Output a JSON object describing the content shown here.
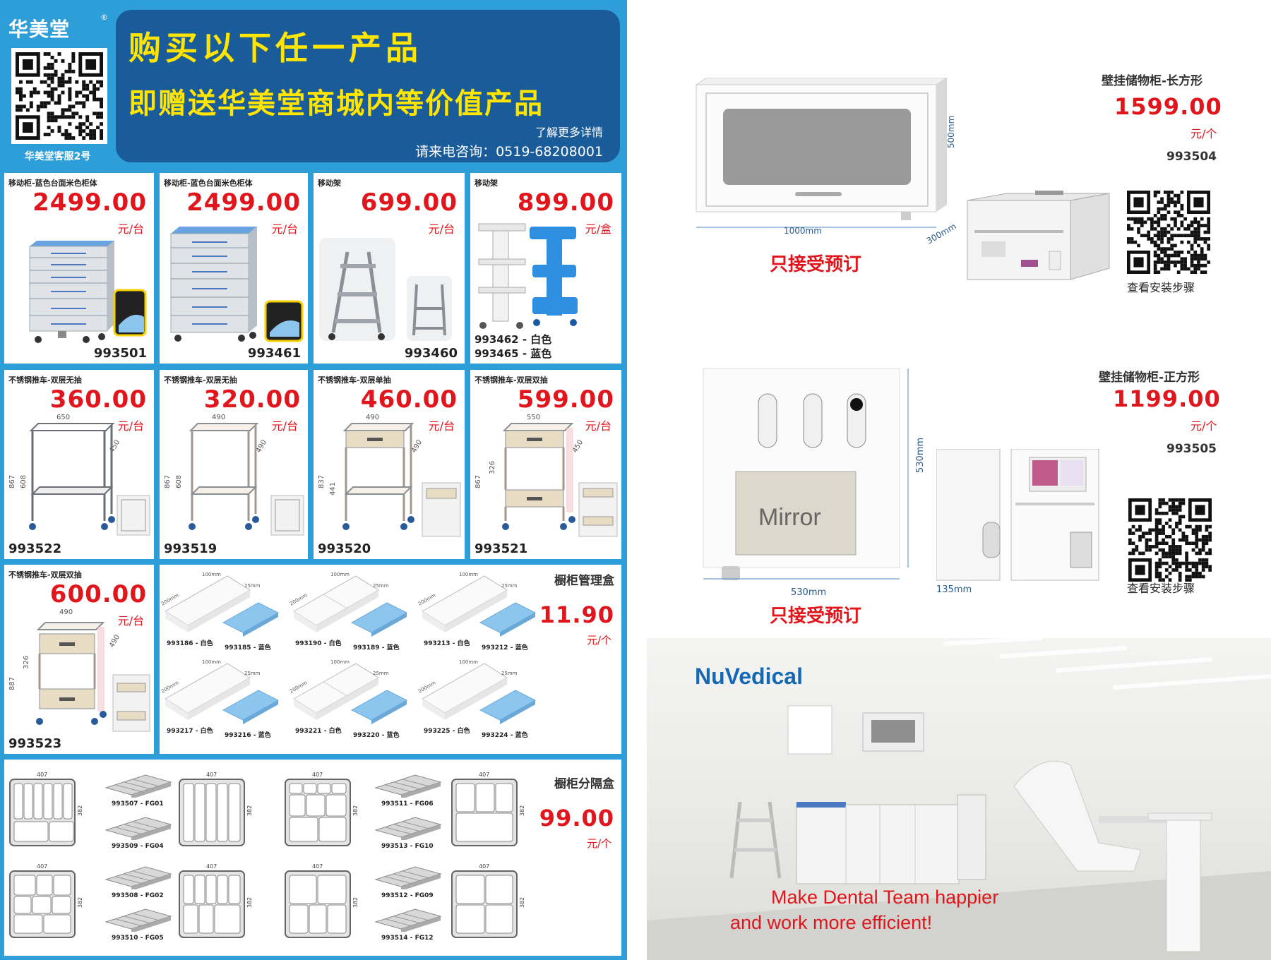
{
  "brand": {
    "name": "华美堂",
    "reg_mark": "®",
    "qr_caption": "华美堂客服2号"
  },
  "promo": {
    "line1": "购买以下任一产品",
    "line2": "即赠送华美堂商城内等价值产品",
    "more_info": "了解更多详情",
    "phone": "请来电咨询：0519-68208001"
  },
  "row1": [
    {
      "name": "移动柜-蓝色台面米色柜体",
      "price": "2499.00",
      "unit": "元/台",
      "code": "993501"
    },
    {
      "name": "移动柜-蓝色台面米色柜体",
      "price": "2499.00",
      "unit": "元/台",
      "code": "993461"
    },
    {
      "name": "移动架",
      "price": "699.00",
      "unit": "元/台",
      "code": "993460"
    },
    {
      "name": "移动架",
      "price": "899.00",
      "unit": "元/盒",
      "code_a": "993462 - 白色",
      "code_b": "993465 - 蓝色"
    }
  ],
  "row2": [
    {
      "name": "不锈钢推车-双层无抽",
      "price": "360.00",
      "unit": "元/台",
      "code": "993522",
      "w": "650",
      "h1": "867",
      "h2": "608",
      "d": "450"
    },
    {
      "name": "不锈钢推车-双层无抽",
      "price": "320.00",
      "unit": "元/台",
      "code": "993519",
      "w": "490",
      "h1": "867",
      "h2": "608",
      "d": "490"
    },
    {
      "name": "不锈钢推车-双层单抽",
      "price": "460.00",
      "unit": "元/台",
      "code": "993520",
      "w": "490",
      "h1": "837",
      "h2": "441",
      "d": "490"
    },
    {
      "name": "不锈钢推车-双层双抽",
      "price": "599.00",
      "unit": "元/台",
      "code": "993521",
      "w": "550",
      "h1": "867",
      "h2": "326",
      "d": "450"
    }
  ],
  "row3_cart": {
    "name": "不锈钢推车-双层双抽",
    "price": "600.00",
    "unit": "元/台",
    "code": "993523",
    "w": "490",
    "h1": "887",
    "h2": "326",
    "d": "490"
  },
  "trays": {
    "title": "橱柜管理盒",
    "price": "11.90",
    "unit": "元/个",
    "dim_w": "100mm",
    "dim_h": "25mm",
    "dim_l": "200mm",
    "items": [
      {
        "white": "993186 - 白色",
        "blue": "993185 - 蓝色"
      },
      {
        "white": "993190 - 白色",
        "blue": "993189 - 蓝色"
      },
      {
        "white": "993213 - 白色",
        "blue": "993212 - 蓝色"
      },
      {
        "white": "993217 - 白色",
        "blue": "993216 - 蓝色"
      },
      {
        "white": "993221 - 白色",
        "blue": "993220 - 蓝色"
      },
      {
        "white": "993225 - 白色",
        "blue": "993224 - 蓝色"
      }
    ]
  },
  "dividers": {
    "title": "橱柜分隔盒",
    "price": "99.00",
    "unit": "元/个",
    "dim_w": "407",
    "dim_h": "382",
    "codes": [
      "993507 - FG01",
      "993509 - FG04",
      "993511 - FG06",
      "993513 - FG10",
      "993508 - FG02",
      "993510 - FG05",
      "993512 - FG09",
      "993514 - FG12"
    ]
  },
  "wall_rect": {
    "title": "壁挂储物柜-长方形",
    "price": "1599.00",
    "unit": "元/个",
    "code": "993504",
    "dim_w": "1000mm",
    "dim_h": "500mm",
    "dim_d": "300mm",
    "preorder": "只接受预订",
    "qr_caption": "查看安装步骤"
  },
  "wall_square": {
    "title": "壁挂储物柜-正方形",
    "price": "1199.00",
    "unit": "元/个",
    "code": "993505",
    "dim_w": "530mm",
    "dim_h": "530mm",
    "dim_d": "135mm",
    "mirror": "Mirror",
    "preorder": "只接受预订",
    "qr_caption": "查看安装步骤"
  },
  "showroom": {
    "logo": "NuVedical",
    "slogan1": "Make Dental  Team happier",
    "slogan2": "and work more efficient!"
  },
  "colors": {
    "flyer_bg": "#2e9ed8",
    "promo_bg": "#1a5c9a",
    "promo_text": "#ffe500",
    "price_red": "#e0161c",
    "tray_blue": "#8cc6ee",
    "cart_beige": "#e8dcc4"
  }
}
